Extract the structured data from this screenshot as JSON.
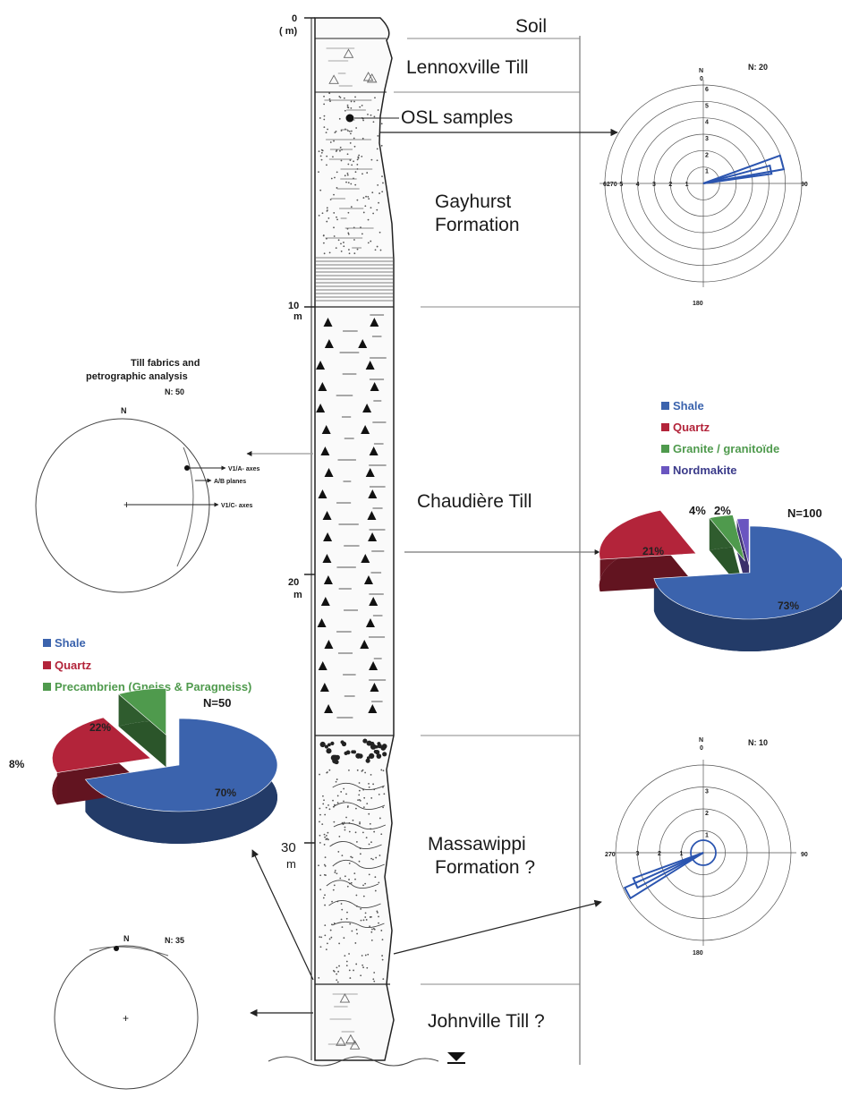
{
  "depth_scale": {
    "zero": "0",
    "unit": "( m)",
    "ten": "10",
    "ten_unit": "m",
    "twenty": "20",
    "twenty_unit": "m",
    "thirty": "30",
    "thirty_unit": "m"
  },
  "units": [
    {
      "label": "Soil"
    },
    {
      "label": "Lennoxville Till"
    },
    {
      "label": "OSL samples"
    },
    {
      "label_line1": "Gayhurst",
      "label_line2": "Formation"
    },
    {
      "label": "Chaudière Till"
    },
    {
      "label_line1": "Massawippi",
      "label_line2": "Formation ?"
    },
    {
      "label": "Johnville Till ?"
    }
  ],
  "till_fabric_top": {
    "title_line1": "Till fabrics and",
    "title_line2": "petrographic analysis",
    "n": "N: 50",
    "north": "N",
    "va_axes": "V1/A- axes",
    "ab_planes": "A/B planes",
    "vc_axes": "V1/C- axes"
  },
  "till_fabric_bottom": {
    "n": "N: 35",
    "north": "N"
  },
  "rose_top": {
    "north": "N",
    "zero": "0",
    "n": "N: 20",
    "east": "90",
    "west": "270",
    "south": "180",
    "ring_labels": [
      "1",
      "2",
      "3",
      "4",
      "5",
      "6"
    ]
  },
  "rose_bottom": {
    "north": "N",
    "zero": "0",
    "n": "N: 10",
    "east": "90",
    "west": "270",
    "south": "180",
    "ring_labels": [
      "1",
      "2",
      "3"
    ]
  },
  "pie_chaudiere": {
    "legend": [
      {
        "name": "Shale",
        "color": "#3b63ad"
      },
      {
        "name": "Quartz",
        "color": "#b3243a"
      },
      {
        "name": "Granite / granitoïde",
        "color": "#4f9a4d"
      },
      {
        "name": "Nordmakite",
        "color": "#6a55c0"
      }
    ],
    "n": "N=100",
    "slices": [
      {
        "label": "73%",
        "value": 73
      },
      {
        "label": "21%",
        "value": 21
      },
      {
        "label": "4%",
        "value": 4
      },
      {
        "label": "2%",
        "value": 2
      }
    ]
  },
  "pie_massawippi": {
    "legend": [
      {
        "name": "Shale",
        "color": "#3b63ad"
      },
      {
        "name": "Quartz",
        "color": "#b3243a"
      },
      {
        "name": "Precambrien (Gneiss & Paragneiss)",
        "color": "#4f9a4d"
      }
    ],
    "n": "N=50",
    "slices": [
      {
        "label": "70%",
        "value": 70
      },
      {
        "label": "22%",
        "value": 22
      },
      {
        "label": "8%",
        "value": 8
      }
    ]
  }
}
